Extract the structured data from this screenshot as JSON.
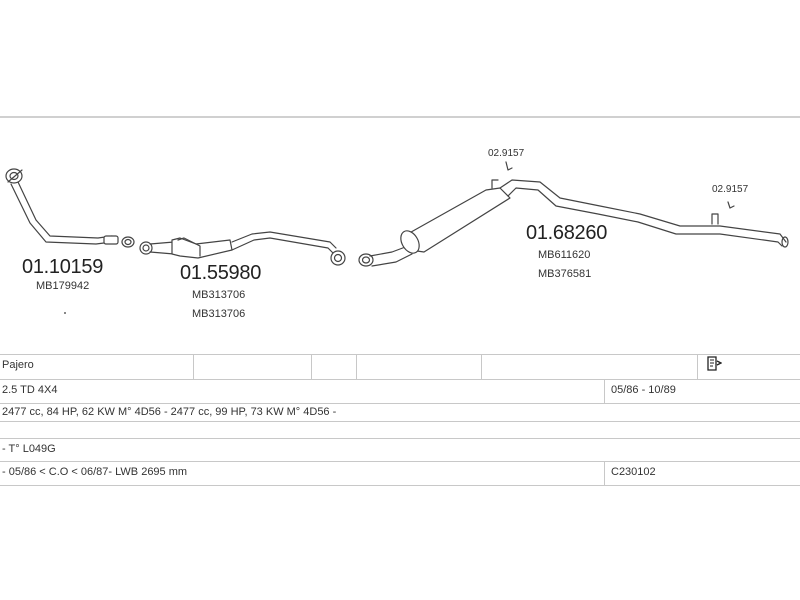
{
  "diagram": {
    "parts": [
      {
        "code": "01.10159",
        "refs": [
          "MB179942"
        ]
      },
      {
        "code": "01.55980",
        "refs": [
          "MB313706",
          "MB313706"
        ]
      },
      {
        "code": "01.68260",
        "refs": [
          "MB611620",
          "MB376581"
        ]
      }
    ],
    "clamps": [
      "02.9157",
      "02.9157"
    ]
  },
  "table": {
    "rows": [
      {
        "left": "Pajero",
        "right": ""
      },
      {
        "left": "2.5 TD 4X4",
        "right": "05/86 - 10/89"
      },
      {
        "left": "2477 cc, 84 HP, 62 KW  M° 4D56 - 2477 cc, 99 HP, 73 KW  M° 4D56 -",
        "right": ""
      },
      {
        "left": "- T° L049G",
        "right": ""
      },
      {
        "left": "- 05/86 < C.O < 06/87- LWB 2695 mm",
        "right": "C230102"
      }
    ],
    "icon": "document-icon"
  }
}
